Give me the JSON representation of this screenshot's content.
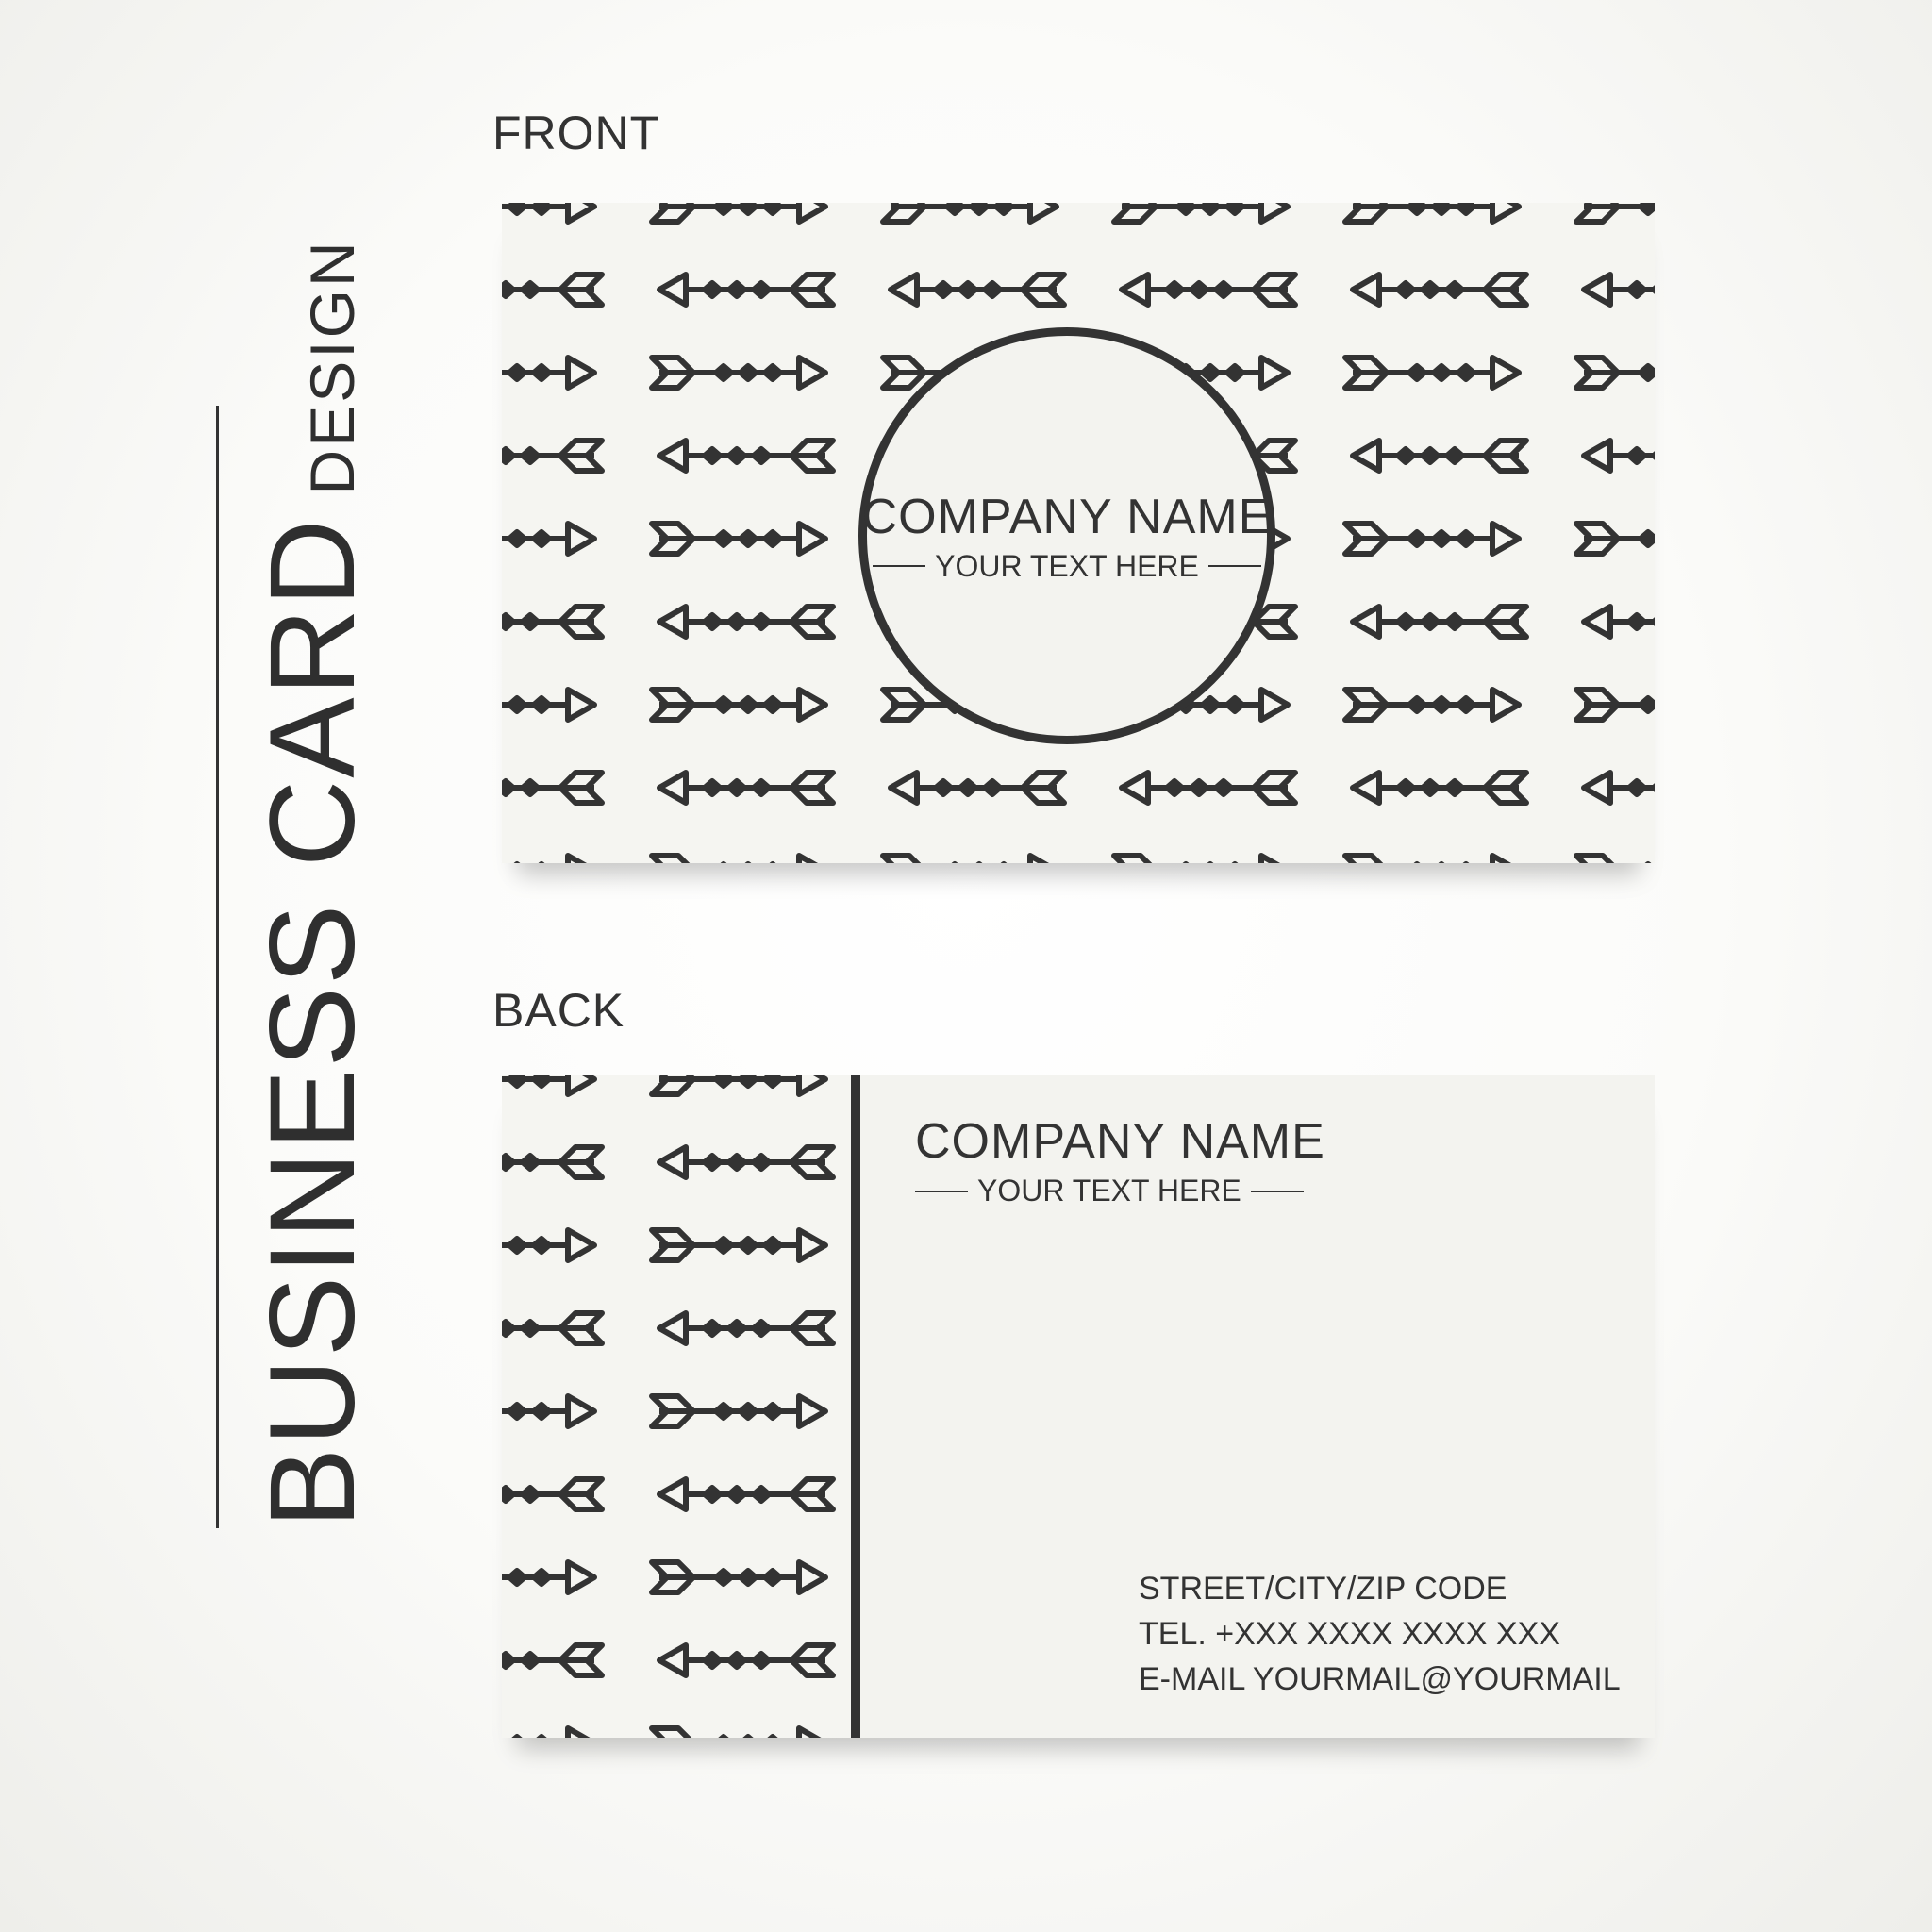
{
  "side_title": {
    "main": "BUSINESS CARD",
    "sub": "DESIGN"
  },
  "front": {
    "label": "FRONT",
    "company_name": "COMPANY NAME",
    "tagline": "YOUR TEXT HERE"
  },
  "back": {
    "label": "BACK",
    "company_name": "COMPANY NAME",
    "tagline": "YOUR TEXT HERE",
    "address": "STREET/CITY/ZIP CODE",
    "phone": "TEL. +XXX XXXX XXXX XXX",
    "email": "E-MAIL YOURMAIL@YOURMAIL"
  },
  "colors": {
    "ink": "#333333",
    "card": "#f5f5f1",
    "background": "#fbfbf9"
  },
  "icons": {
    "pattern": "arrow-pattern-icon"
  }
}
